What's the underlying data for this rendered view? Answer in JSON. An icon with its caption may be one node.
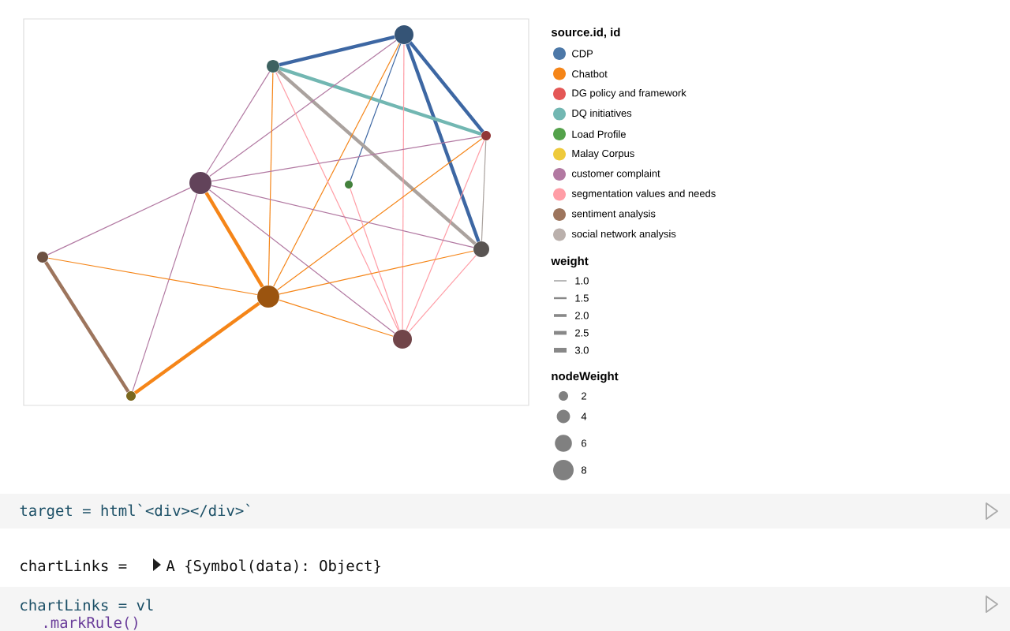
{
  "diagram": {
    "nodes": [
      {
        "text": [],
        "shape": "circle"
      },
      {
        "text": [],
        "shape": "circle"
      },
      {
        "text": [],
        "shape": "circle"
      },
      {
        "text": [],
        "shape": "circle"
      },
      {
        "text": [],
        "shape": "circle"
      },
      {
        "text": [],
        "shape": "circle"
      },
      {
        "text": [],
        "shape": "circle"
      },
      {
        "text": [],
        "shape": "circle"
      },
      {
        "text": [],
        "shape": "circle"
      },
      {
        "text": [],
        "shape": "circle"
      }
    ],
    "edges": [
      {
        "from": 0,
        "to": 1,
        "arrow": "none",
        "style": "thick",
        "color": "#3d67a3"
      },
      {
        "from": 0,
        "to": 2,
        "arrow": "none",
        "style": "thick",
        "color": "#3d67a3"
      },
      {
        "from": 0,
        "to": 5,
        "arrow": "none",
        "style": "thick",
        "color": "#3d67a3"
      },
      {
        "from": 0,
        "to": 4,
        "arrow": "none",
        "color": "#3d67a3"
      },
      {
        "from": 1,
        "to": 2,
        "arrow": "none",
        "style": "thick",
        "color": "#72b7b2"
      },
      {
        "from": 1,
        "to": 5,
        "arrow": "none",
        "style": "thick",
        "color": "#aaa29e"
      },
      {
        "from": 3,
        "to": 0,
        "arrow": "none",
        "color": "#b279a2"
      },
      {
        "from": 3,
        "to": 1,
        "arrow": "none",
        "color": "#b279a2"
      },
      {
        "from": 7,
        "to": 0,
        "arrow": "none",
        "color": "#f58518"
      },
      {
        "from": 8,
        "to": 0,
        "arrow": "none",
        "color": "#ff9da6"
      },
      {
        "from": 7,
        "to": 1,
        "arrow": "none",
        "color": "#f58518"
      },
      {
        "from": 8,
        "to": 1,
        "arrow": "none",
        "color": "#ff9da6"
      },
      {
        "from": 3,
        "to": 2,
        "arrow": "none",
        "color": "#b279a2"
      },
      {
        "from": 7,
        "to": 2,
        "arrow": "none",
        "color": "#f58518"
      },
      {
        "from": 8,
        "to": 2,
        "arrow": "none",
        "color": "#ff9da6"
      },
      {
        "from": 5,
        "to": 2,
        "arrow": "none",
        "color": "#aaa29e"
      },
      {
        "from": 3,
        "to": 5,
        "arrow": "none",
        "color": "#b279a2"
      },
      {
        "from": 3,
        "to": 8,
        "arrow": "none",
        "color": "#b279a2"
      },
      {
        "from": 3,
        "to": 7,
        "arrow": "none",
        "style": "thick",
        "color": "#f58518"
      },
      {
        "from": 3,
        "to": 6,
        "arrow": "none",
        "color": "#b279a2"
      },
      {
        "from": 3,
        "to": 9,
        "arrow": "none",
        "color": "#b279a2"
      },
      {
        "from": 7,
        "to": 5,
        "arrow": "none",
        "color": "#f58518"
      },
      {
        "from": 7,
        "to": 8,
        "arrow": "none",
        "color": "#f58518"
      },
      {
        "from": 7,
        "to": 6,
        "arrow": "none",
        "color": "#f58518"
      },
      {
        "from": 7,
        "to": 9,
        "arrow": "none",
        "style": "thick",
        "color": "#f58518"
      },
      {
        "from": 6,
        "to": 9,
        "arrow": "none",
        "style": "thick",
        "color": "#9d755d"
      },
      {
        "from": 8,
        "to": 5,
        "arrow": "none",
        "color": "#ff9da6"
      },
      {
        "from": 8,
        "to": 4,
        "arrow": "none",
        "color": "#ff9da6"
      }
    ],
    "labels": [
      "source.id, id",
      "weight",
      "nodeWeight",
      "target = html`<div></div>`",
      "chartLinks =",
      "A {Symbol(data): Object}",
      "chartLinks = vl",
      ".markRule()"
    ],
    "legend": [
      {
        "text": "CDP",
        "color": "#4c78a8"
      },
      {
        "text": "Chatbot",
        "color": "#f58518"
      },
      {
        "text": "DG policy and framework",
        "color": "#e45756"
      },
      {
        "text": "DQ initiatives",
        "color": "#72b7b2"
      },
      {
        "text": "Load Profile",
        "color": "#54a24b"
      },
      {
        "text": "Malay Corpus",
        "color": "#eeca3b"
      },
      {
        "text": "customer complaint",
        "color": "#b279a2"
      },
      {
        "text": "segmentation values and needs",
        "color": "#ff9da6"
      },
      {
        "text": "sentiment analysis",
        "color": "#9d755d"
      },
      {
        "text": "social network analysis",
        "color": "#bab0ac"
      },
      {
        "text": "1.0"
      },
      {
        "text": "1.5"
      },
      {
        "text": "2.0"
      },
      {
        "text": "2.5"
      },
      {
        "text": "3.0"
      },
      {
        "text": "2"
      },
      {
        "text": "4"
      },
      {
        "text": "6"
      },
      {
        "text": "8"
      }
    ]
  }
}
